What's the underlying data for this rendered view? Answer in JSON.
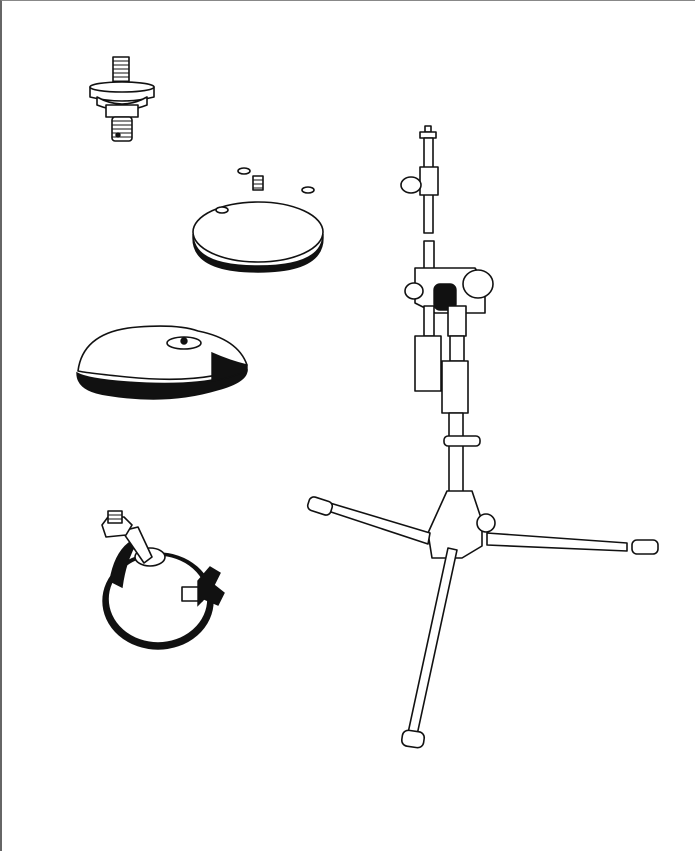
{
  "illustration": {
    "parts": [
      "threaded-adapter",
      "flat-base-plate",
      "dome-base",
      "ball-clamp",
      "tripod-mic-stand"
    ],
    "colors": {
      "line": "#111111",
      "background": "#ffffff",
      "frame": "#666666"
    }
  }
}
